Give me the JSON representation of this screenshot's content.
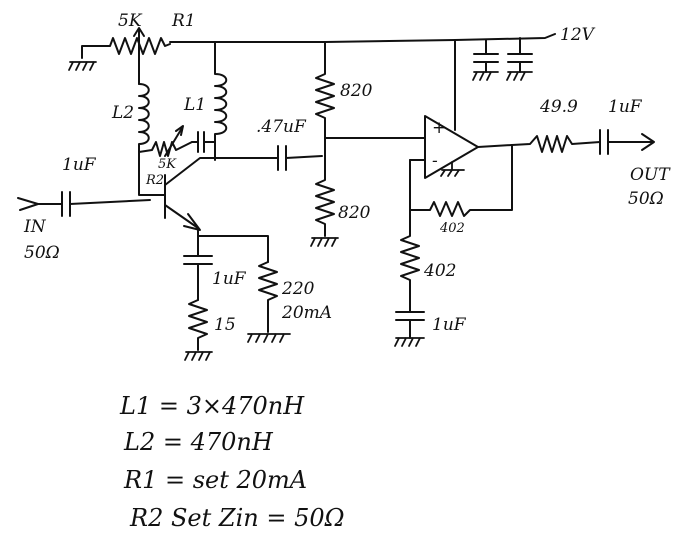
{
  "components": {
    "r1_value": "5K",
    "r1_name": "R1",
    "supply": "12V",
    "l2": "L2",
    "l1": "L1",
    "r2_value": "5K",
    "r2_name": "R2",
    "r_top": "820",
    "r_bot": "820",
    "c_mid": ".47uF",
    "c_in": "1uF",
    "in_label": "IN",
    "in_imp": "50Ω",
    "c_emit": "1uF",
    "r_emit_small": "15",
    "r_emit": "220",
    "emit_current": "20mA",
    "opamp_plus": "+",
    "opamp_minus": "-",
    "r_fb": "402",
    "r_gnd": "402",
    "c_gnd": "1uF",
    "r_out": "49.9",
    "c_out": "1uF",
    "out_label": "OUT",
    "out_imp": "50Ω"
  },
  "notes": [
    "L1 = 3×470nH",
    "L2 = 470nH",
    "R1 = set  20mA",
    "R2  Set  Zin = 50Ω"
  ]
}
